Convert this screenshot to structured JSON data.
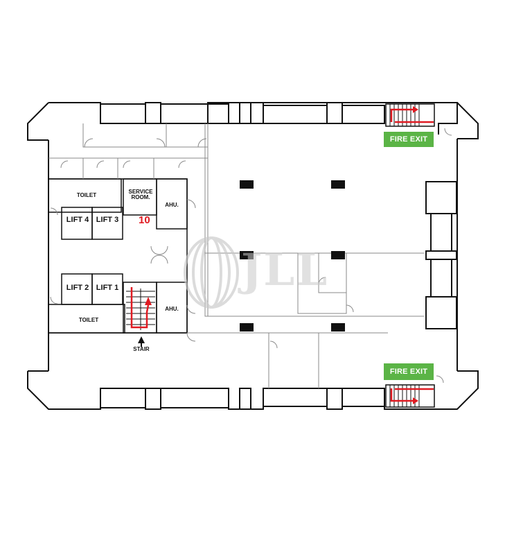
{
  "labels": {
    "toilet_top": "TOILET",
    "service_room": "SERVICE ROOM.",
    "ahu_top": "AHU.",
    "lift4": "LIFT 4",
    "lift3": "LIFT 3",
    "lift2": "LIFT 2",
    "lift1": "LIFT 1",
    "toilet_bottom": "TOILET",
    "ahu_bottom": "AHU.",
    "stair": "STAIR"
  },
  "floor_number": "10",
  "fire_exit": {
    "top": "FIRE EXIT",
    "bottom": "FIRE EXIT"
  },
  "watermark": {
    "text": "JLL"
  },
  "colors": {
    "wall": "#111111",
    "inner_line": "#888888",
    "column": "#111111",
    "fire_exit_bg": "#5bb446",
    "stair_red": "#e01b22",
    "watermark": "#c9c9c9"
  }
}
